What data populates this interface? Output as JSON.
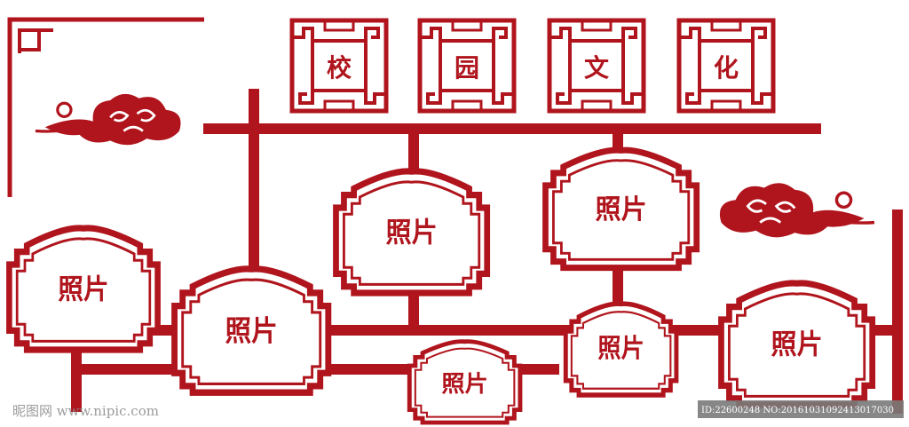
{
  "colors": {
    "primary": "#b0141c",
    "background": "#ffffff",
    "watermark_band": "#7a7a7a",
    "watermark_text": "#ffffff"
  },
  "title_tiles": [
    {
      "char": "校"
    },
    {
      "char": "园"
    },
    {
      "char": "文"
    },
    {
      "char": "化"
    }
  ],
  "photo_frames": [
    {
      "label": "照片"
    },
    {
      "label": "照片"
    },
    {
      "label": "照片"
    },
    {
      "label": "照片"
    },
    {
      "label": "照片"
    },
    {
      "label": "照片"
    },
    {
      "label": "照片"
    }
  ],
  "decorations": {
    "clouds": [
      "auspicious-cloud-icon",
      "auspicious-cloud-icon"
    ],
    "corner": "fret-corner-icon"
  },
  "watermark": {
    "site": "昵图网 www.nipic.com",
    "id_text": "ID:22600248 NO:20161031092413017030"
  }
}
